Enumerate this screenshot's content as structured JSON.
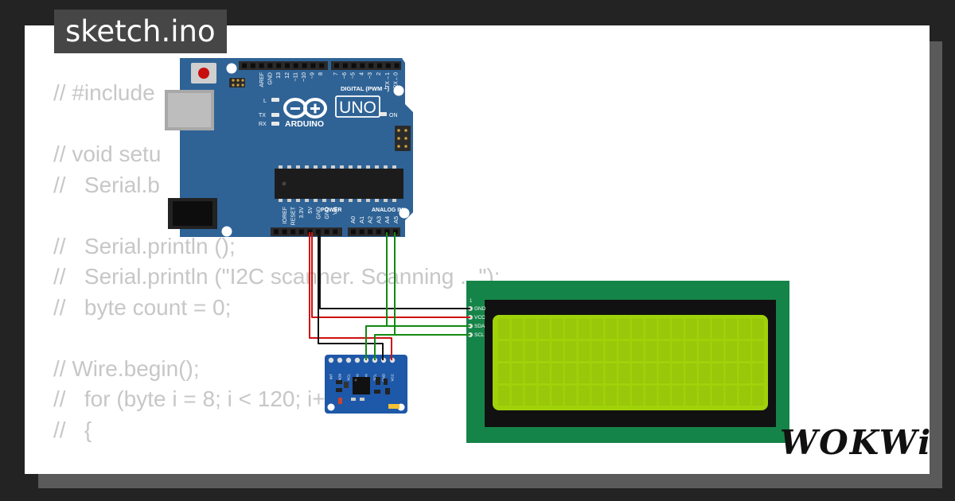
{
  "title": "sketch.ino",
  "brand": "WOKWi",
  "code_lines": [
    "// #include",
    "",
    "// void setu",
    "//   Serial.b",
    "",
    "//   Serial.println ();",
    "//   Serial.println (\"I2C scanner. Scanning ...\");",
    "//   byte count = 0;",
    "",
    "// Wire.begin();",
    "//   for (byte i = 8; i < 120; i++)",
    "//   {"
  ],
  "arduino": {
    "logo_uno": "UNO",
    "logo_brand": "ARDUINO",
    "digital_label": "DIGITAL (PWM ~)",
    "aref_gnd": [
      "AREF",
      "GND"
    ],
    "digital_pins": [
      "13",
      "12",
      "~11",
      "~10",
      "~9",
      "8",
      "7",
      "~6",
      "~5",
      "4",
      "~3",
      "2",
      "TX→1",
      "RX←0"
    ],
    "led_l": "L",
    "led_tx": "TX",
    "led_rx": "RX",
    "led_on": "ON",
    "power_label": "POWER",
    "analog_label": "ANALOG IN",
    "power_pins": [
      "IOREF",
      "RESET",
      "3.3V",
      "5V",
      "GND",
      "GND",
      "Vin"
    ],
    "analog_pins": [
      "A0",
      "A1",
      "A2",
      "A3",
      "A4",
      "A5"
    ]
  },
  "lcd": {
    "pin_1": "1",
    "pins": [
      "GND",
      "VCC",
      "SDA",
      "SCL"
    ]
  },
  "mpu": {
    "pins": [
      "INT",
      "AD0",
      "XCL",
      "XDA",
      "SDA",
      "SCL",
      "GND",
      "VCC"
    ]
  },
  "colors": {
    "background": "#232323",
    "card": "#ffffff",
    "title_bg": "#464646",
    "code_text": "#c7c7c7",
    "board": "#2f6396",
    "lcd_pcb": "#158448",
    "lcd_screen": "#a0d20a",
    "mpu_pcb": "#1e58a8",
    "wire_red": "#d01010",
    "wire_black": "#111111",
    "wire_green": "#128a12"
  },
  "icons": [
    "reset-button-icon",
    "usb-connector-icon",
    "power-jack-icon",
    "arduino-infinity-logo-icon",
    "mpu-chip-icon"
  ]
}
